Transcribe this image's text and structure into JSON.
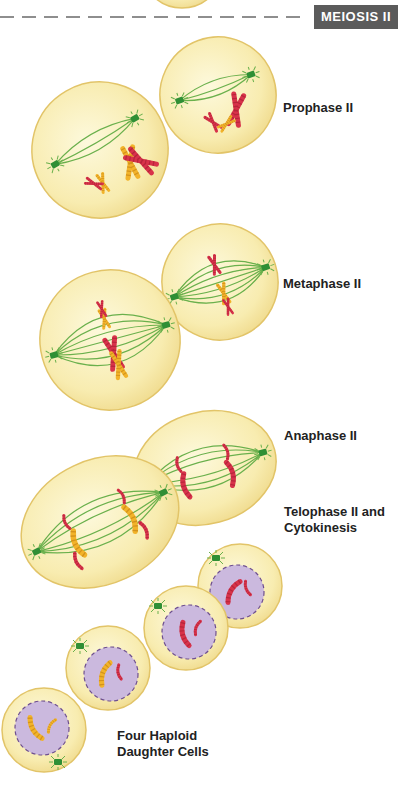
{
  "diagram": {
    "title": "MEIOSIS II",
    "labels": [
      "Prophase II",
      "Metaphase II",
      "Anaphase II",
      "Telophase II and Cytokinesis",
      "Four Haploid Daughter Cells"
    ]
  }
}
